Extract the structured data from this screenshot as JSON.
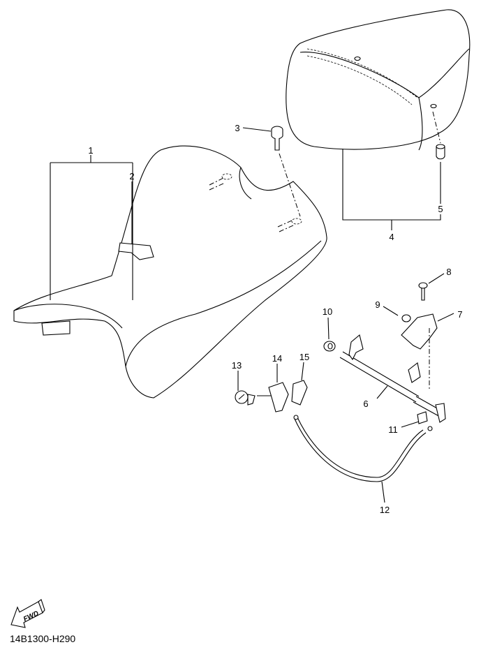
{
  "diagram": {
    "labels": [
      "1",
      "2",
      "3",
      "4",
      "5",
      "6",
      "7",
      "8",
      "9",
      "10",
      "11",
      "12",
      "13",
      "14",
      "15"
    ],
    "fwd_label": "FWD",
    "drawing_code": "14B1300-H290"
  }
}
